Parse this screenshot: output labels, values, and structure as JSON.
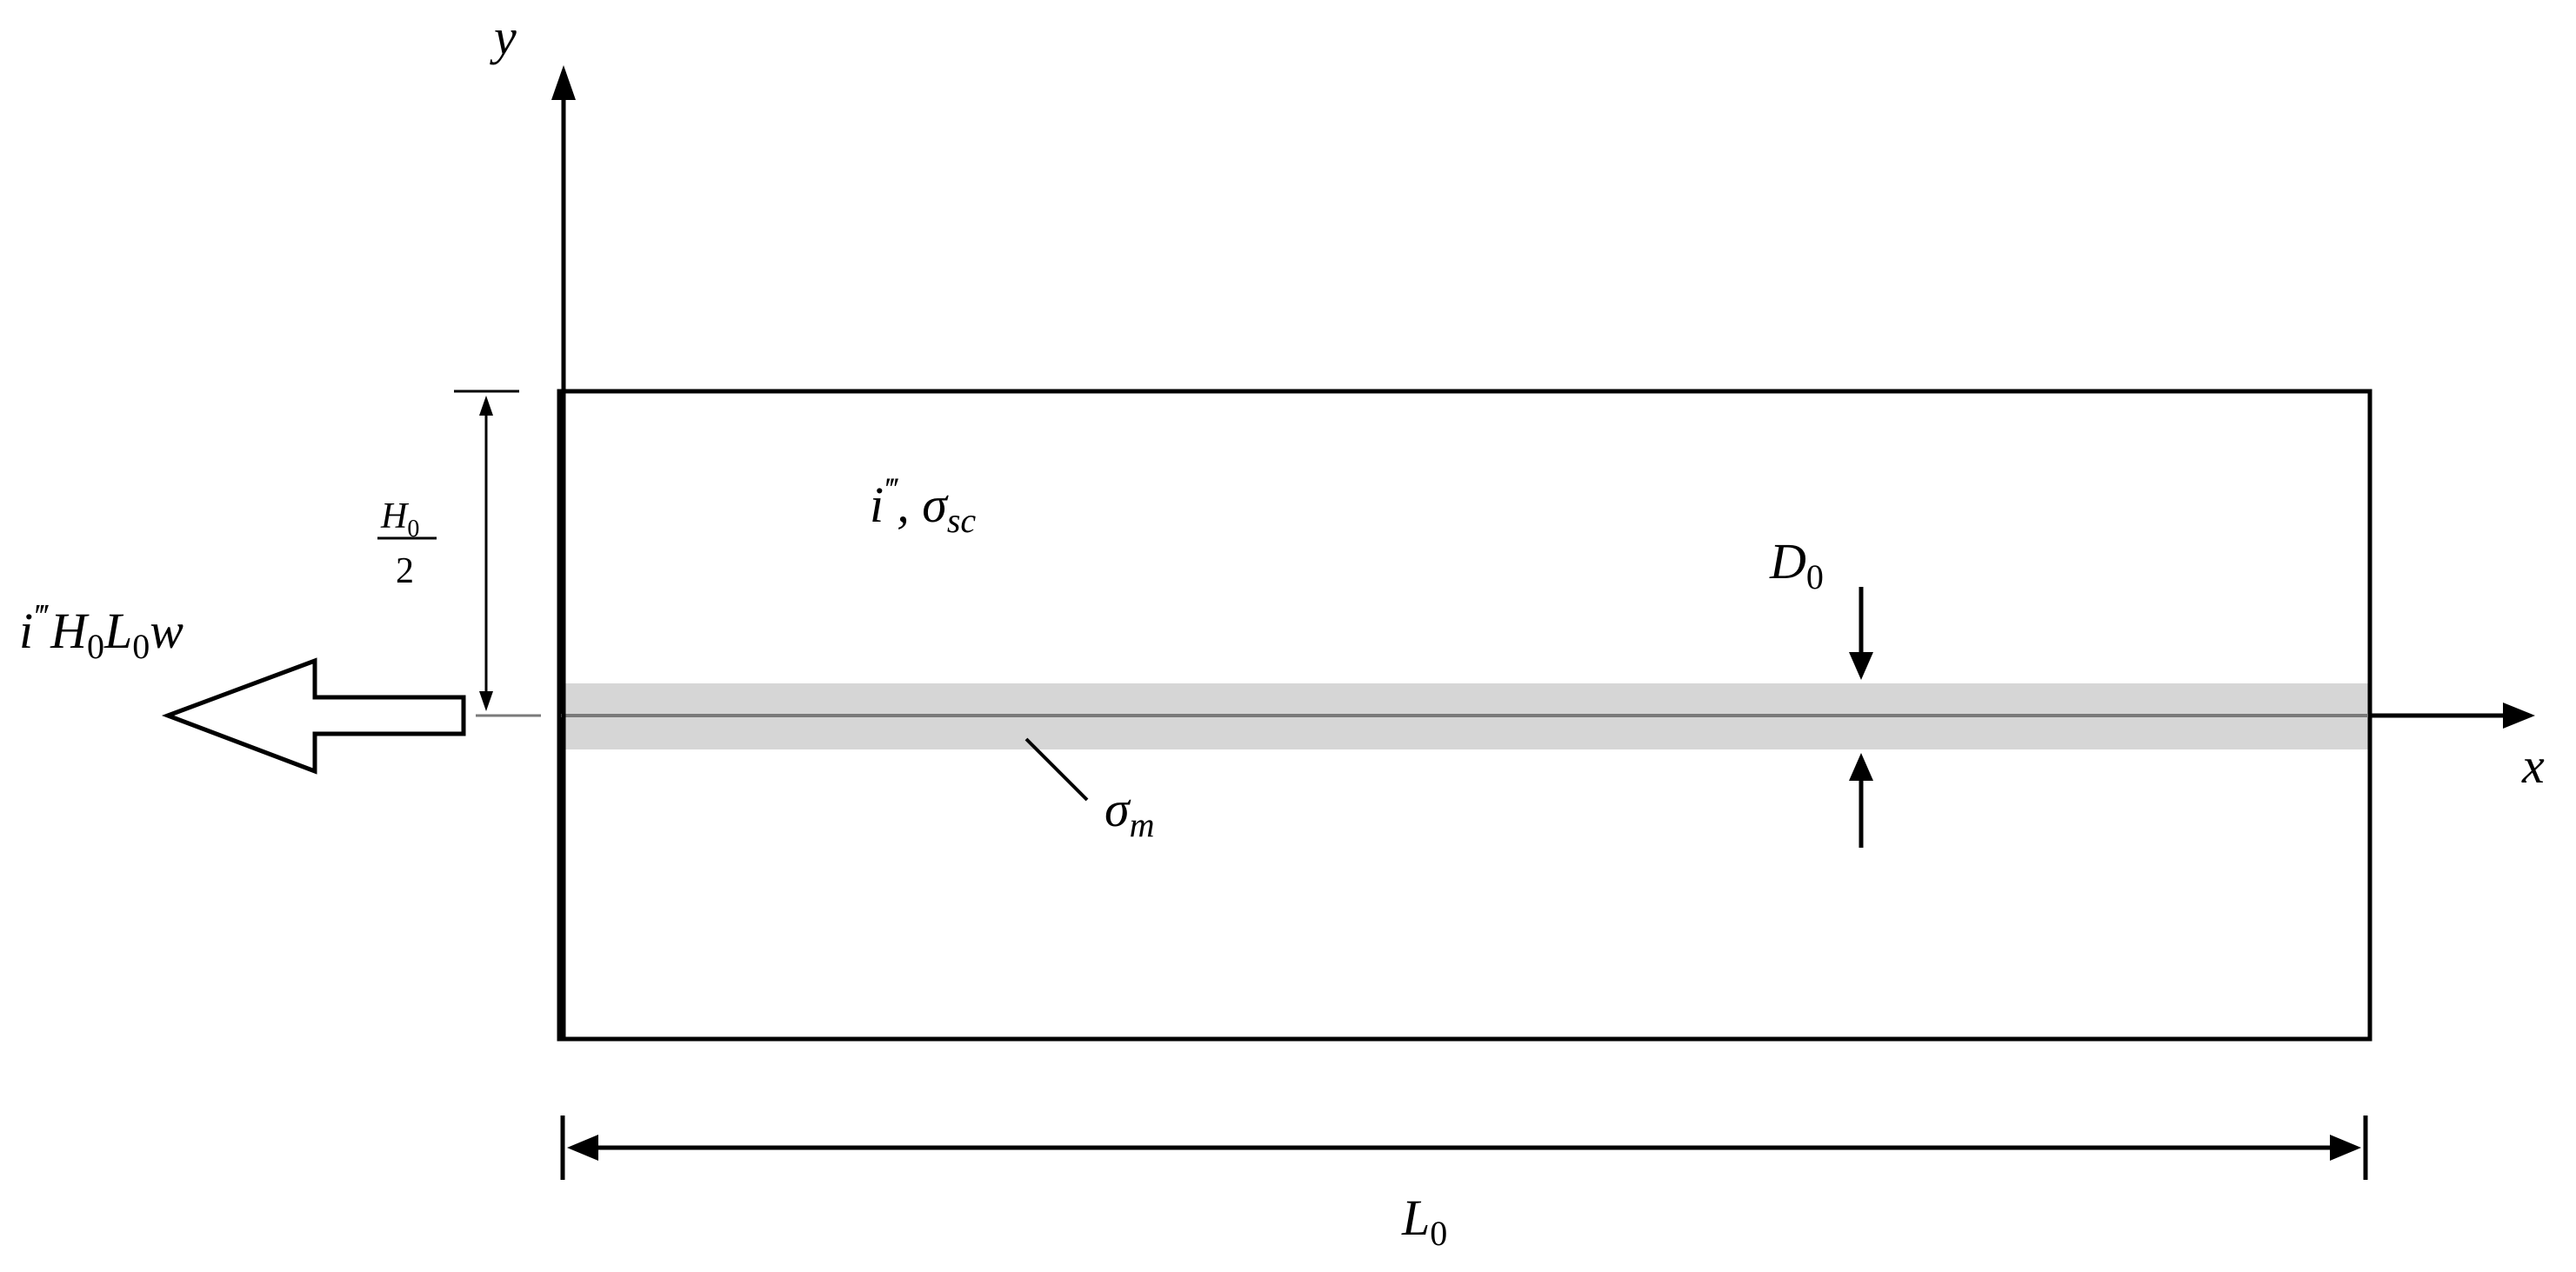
{
  "axes": {
    "x_label": "x",
    "y_label": "y"
  },
  "labels": {
    "source": {
      "base": "i",
      "prime": "‴",
      "sep": ", σ",
      "sub": "sc"
    },
    "flux": {
      "i": "i",
      "prime": "‴",
      "H": "H",
      "H_sub": "0",
      "L": "L",
      "L_sub": "0",
      "w": "w"
    },
    "half_height": {
      "num": "H",
      "num_sub": "0",
      "den": "2"
    },
    "thickness": {
      "base": "D",
      "sub": "0"
    },
    "membrane": {
      "base": "σ",
      "sub": "m"
    },
    "length": {
      "base": "L",
      "sub": "0"
    }
  },
  "colors": {
    "line": "#000000",
    "membrane_band": "#d6d6d6",
    "membrane_line": "#7a7a7a"
  }
}
